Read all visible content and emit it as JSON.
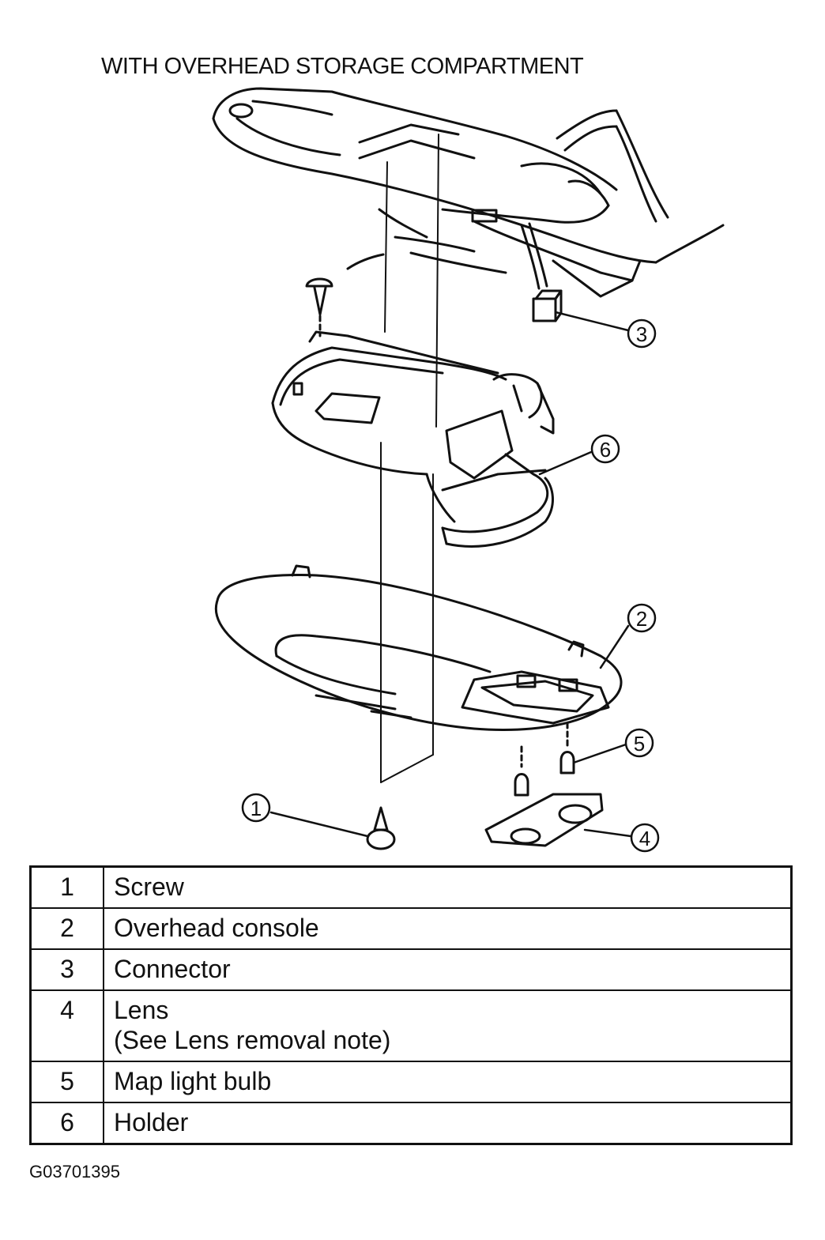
{
  "figure": {
    "heading": "WITH OVERHEAD STORAGE COMPARTMENT",
    "callouts": [
      "1",
      "2",
      "3",
      "4",
      "5",
      "6"
    ],
    "code": "G03701395"
  },
  "legend": {
    "rows": [
      {
        "number": "1",
        "description": "Screw"
      },
      {
        "number": "2",
        "description": "Overhead console"
      },
      {
        "number": "3",
        "description": "Connector"
      },
      {
        "number": "4",
        "description": "Lens\n(See  Lens removal note)"
      },
      {
        "number": "5",
        "description": "Map light bulb"
      },
      {
        "number": "6",
        "description": "Holder"
      }
    ]
  }
}
